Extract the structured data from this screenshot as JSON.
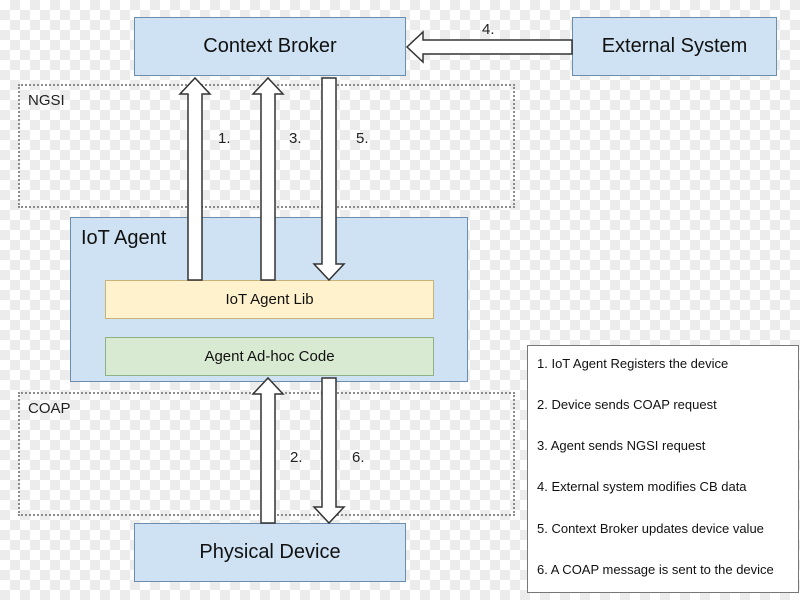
{
  "nodes": {
    "context_broker": "Context Broker",
    "external_system": "External System",
    "iot_agent": "IoT Agent",
    "iot_agent_lib": "IoT Agent Lib",
    "agent_adhoc_code": "Agent Ad-hoc Code",
    "physical_device": "Physical Device"
  },
  "zones": {
    "ngsi": "NGSI",
    "coap": "COAP"
  },
  "steps": {
    "s1": "1.",
    "s2": "2.",
    "s3": "3.",
    "s4": "4.",
    "s5": "5.",
    "s6": "6."
  },
  "legend": {
    "items": [
      "1. IoT Agent Registers the device",
      "2. Device sends COAP request",
      "3. Agent sends NGSI request",
      "4. External system modifies CB data",
      "5. Context Broker updates device value",
      "6. A COAP message is sent to the device"
    ]
  },
  "colors": {
    "box_fill": "#cfe2f3",
    "lib_fill": "#fff2cc",
    "code_fill": "#d9ead3"
  }
}
